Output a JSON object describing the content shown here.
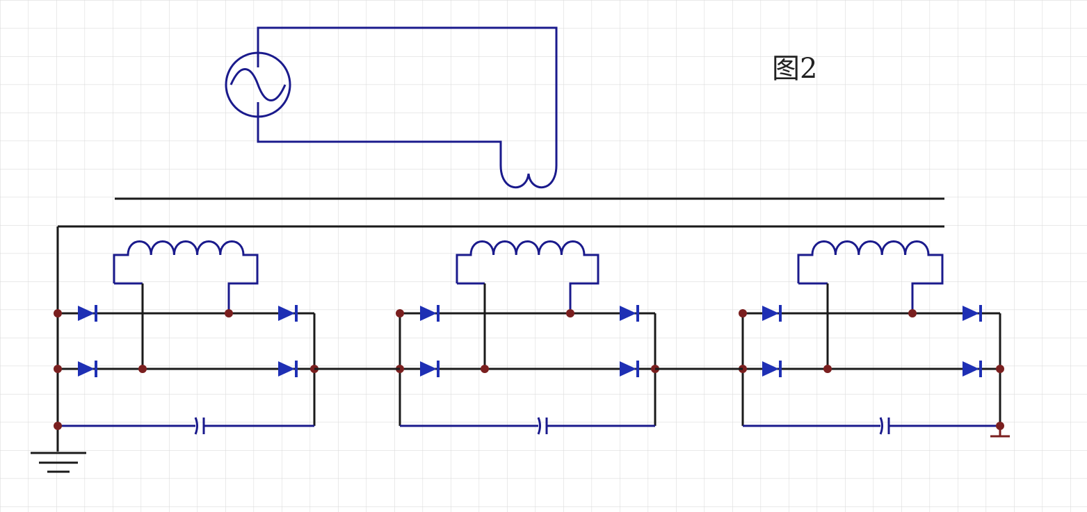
{
  "figure_label": "图2",
  "colors": {
    "background": "#ffffff",
    "grid": "#d9d9d9",
    "wire_blue": "#1a1a8c",
    "wire_black": "#1a1a1a",
    "diode": "#1e2fb4",
    "junction": "#7a1f1f"
  },
  "components": {
    "source": "ac-voltage-source",
    "primary_winding": "primary-coil",
    "secondary_windings": 3,
    "rectifier_stages": 3,
    "diodes_per_stage": 4,
    "capacitors": 3,
    "grounds": 2
  }
}
